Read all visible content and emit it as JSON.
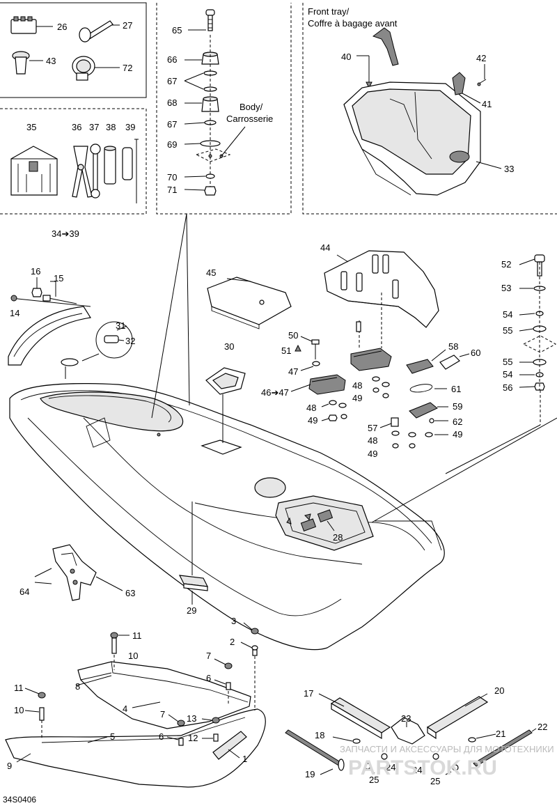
{
  "diagram_id": "34S0406",
  "titles": {
    "front_tray": "Front tray/",
    "front_tray_fr": "Coffre à bagage avant",
    "body": "Body/",
    "body_fr": "Carrosserie"
  },
  "watermark": {
    "line": "ЗАПЧАСТИ И АКСЕССУАРЫ ДЛЯ МОТОТЕХНИКИ",
    "brand": "PARTSTOK.RU"
  },
  "labels": {
    "l1": "1",
    "l2": "2",
    "l3": "3",
    "l4": "4",
    "l5": "5",
    "l6a": "6",
    "l6b": "6",
    "l7a": "7",
    "l7b": "7",
    "l8": "8",
    "l9": "9",
    "l10a": "10",
    "l10b": "10",
    "l11a": "11",
    "l11b": "11",
    "l12": "12",
    "l13": "13",
    "l14": "14",
    "l15": "15",
    "l16": "16",
    "l17": "17",
    "l18": "18",
    "l19": "19",
    "l20": "20",
    "l21": "21",
    "l22": "22",
    "l23": "23",
    "l24a": "24",
    "l24b": "24",
    "l25a": "25",
    "l25b": "25",
    "l26": "26",
    "l27": "27",
    "l28": "28",
    "l29": "29",
    "l30": "30",
    "l31": "31",
    "l32": "32",
    "l33": "33",
    "l34": "34➔39",
    "l35": "35",
    "l36": "36",
    "l37": "37",
    "l38": "38",
    "l39": "39",
    "l40": "40",
    "l41": "41",
    "l42": "42",
    "l43": "43",
    "l44": "44",
    "l45": "45",
    "l46": "46➔47",
    "l47a": "47",
    "l48a": "48",
    "l48b": "48",
    "l48c": "48",
    "l49a": "49",
    "l49b": "49",
    "l49c": "49",
    "l49d": "49",
    "l50": "50",
    "l51": "51",
    "l52": "52",
    "l53": "53",
    "l54a": "54",
    "l54b": "54",
    "l55a": "55",
    "l55b": "55",
    "l56": "56",
    "l57": "57",
    "l58": "58",
    "l59": "59",
    "l60": "60",
    "l61": "61",
    "l62": "62",
    "l63": "63",
    "l64": "64",
    "l65": "65",
    "l66": "66",
    "l67a": "67",
    "l67b": "67",
    "l68": "68",
    "l69": "69",
    "l70": "70",
    "l71": "71",
    "l72": "72"
  }
}
